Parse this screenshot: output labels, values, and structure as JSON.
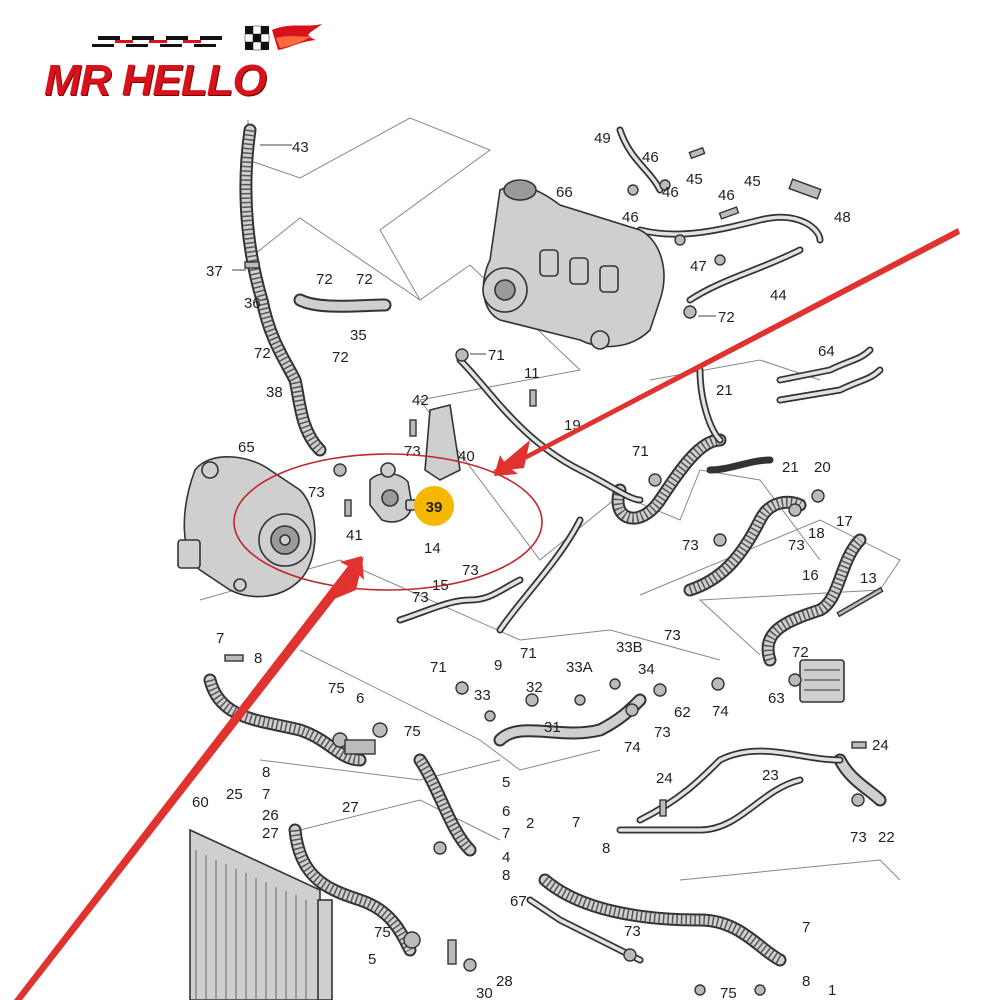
{
  "logo": {
    "text": "MR HELLO",
    "colors": {
      "red": "#d8121b",
      "black": "#111111"
    },
    "icon": "checkered-flag-flame-icon"
  },
  "highlight": {
    "label": "39",
    "badge_color": "#f5b800",
    "ring_color": "#c0272d",
    "arrow_color": "#e0322e"
  },
  "callouts": [
    "43",
    "49",
    "46",
    "46",
    "45",
    "66",
    "46",
    "45",
    "46",
    "48",
    "47",
    "44",
    "72",
    "37",
    "72",
    "72",
    "36",
    "35",
    "72",
    "72",
    "71",
    "11",
    "38",
    "42",
    "73",
    "40",
    "65",
    "73",
    "41",
    "14",
    "19",
    "71",
    "21",
    "21",
    "20",
    "64",
    "73",
    "18",
    "17",
    "73",
    "16",
    "13",
    "15",
    "73",
    "73",
    "71",
    "9",
    "73",
    "33B",
    "33A",
    "34",
    "71",
    "32",
    "33",
    "31",
    "62",
    "74",
    "74",
    "73",
    "72",
    "63",
    "8",
    "7",
    "75",
    "6",
    "75",
    "24",
    "23",
    "24",
    "60",
    "25",
    "8",
    "7",
    "26",
    "27",
    "27",
    "5",
    "6",
    "7",
    "2",
    "4",
    "8",
    "8",
    "7",
    "73",
    "22",
    "67",
    "73",
    "75",
    "5",
    "28",
    "30",
    "7",
    "8",
    "1",
    "75"
  ]
}
